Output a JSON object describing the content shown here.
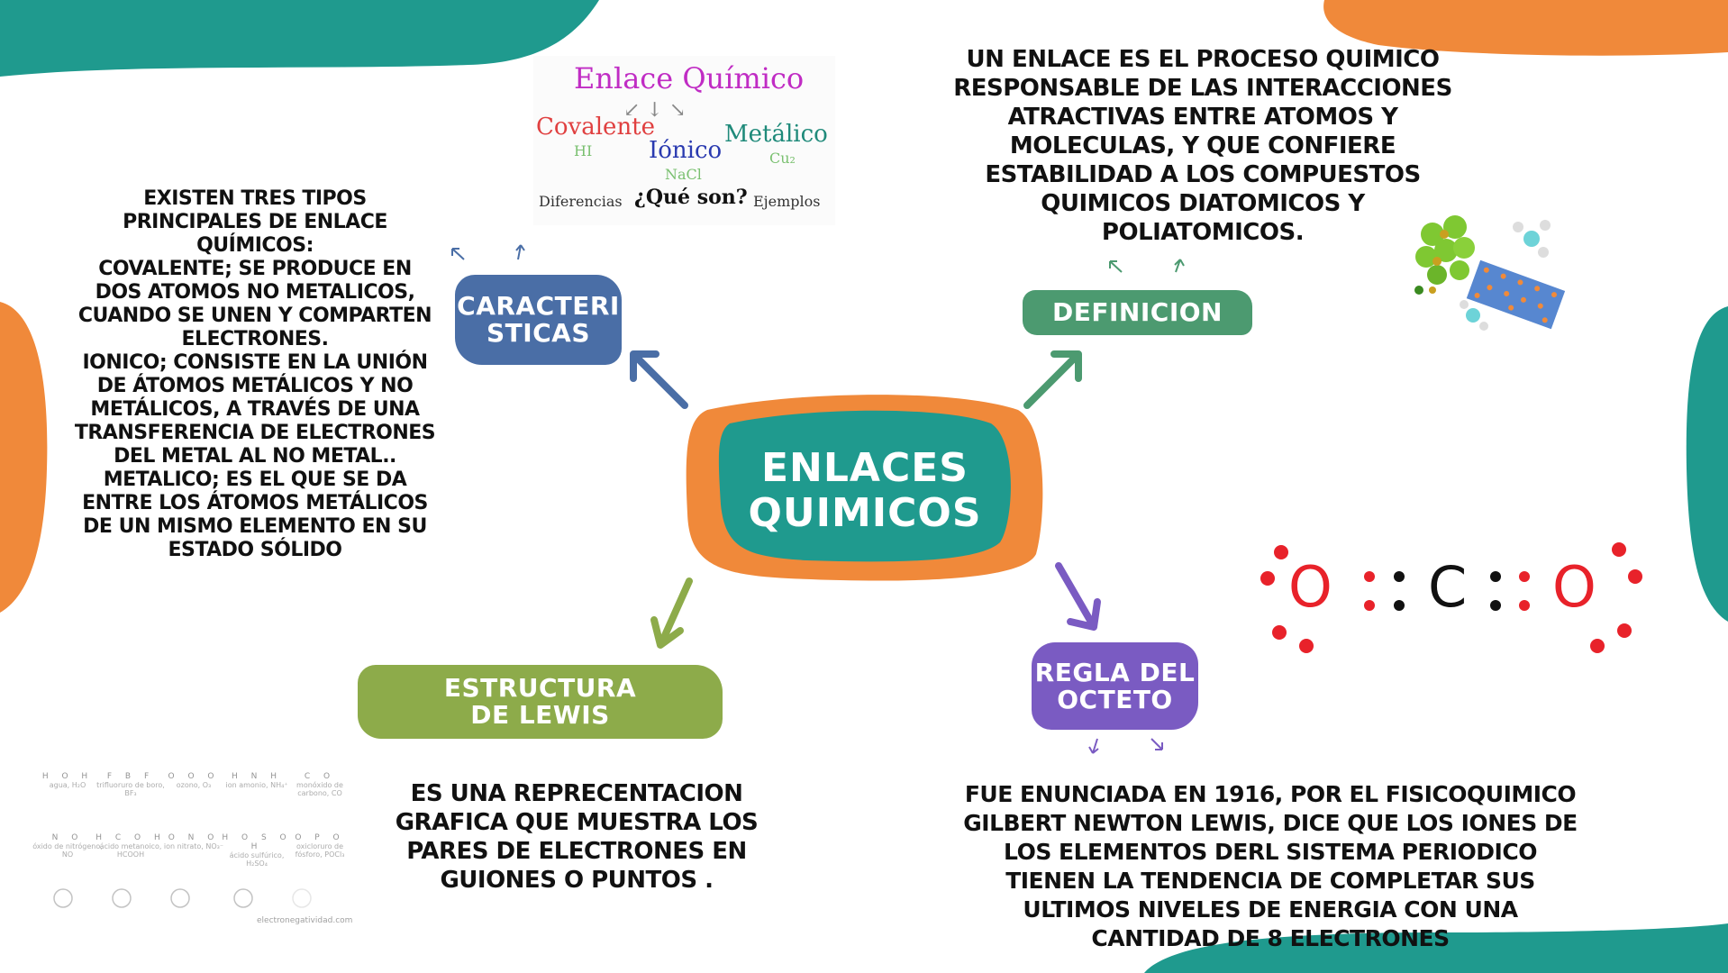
{
  "colors": {
    "teal": "#1f9a8e",
    "orange": "#f0893a",
    "blue": "#4a6ea6",
    "green": "#4c9a70",
    "olive": "#8dab4a",
    "purple": "#7a5bc2",
    "red": "#e8222a"
  },
  "center": {
    "lines": [
      "ENLACES",
      "QUIMICOS"
    ]
  },
  "nodes": {
    "caracteristicas": {
      "lines": [
        "CARACTERI",
        "STICAS"
      ]
    },
    "definicion": {
      "lines": [
        "DEFINICION"
      ]
    },
    "lewis": {
      "lines": [
        "ESTRUCTURA",
        "DE LEWIS"
      ]
    },
    "octeto": {
      "lines": [
        "REGLA DEL",
        "OCTETO"
      ]
    }
  },
  "texts": {
    "caracteristicas": [
      "EXISTEN TRES TIPOS",
      "PRINCIPALES DE ENLACE",
      "QUÍMICOS:",
      "COVALENTE;  SE PRODUCE EN",
      "DOS ATOMOS NO METALICOS,",
      "CUANDO SE UNEN Y COMPARTEN",
      "ELECTRONES.",
      "IONICO; CONSISTE EN LA UNIÓN",
      "DE ÁTOMOS METÁLICOS Y NO",
      "METÁLICOS, A TRAVÉS DE UNA",
      "TRANSFERENCIA DE ELECTRONES",
      "DEL METAL AL NO METAL..",
      "METALICO; ES EL QUE SE DA",
      "ENTRE LOS ÁTOMOS METÁLICOS",
      "DE UN MISMO ELEMENTO EN SU",
      "ESTADO SÓLIDO"
    ],
    "definicion": [
      "UN ENLACE ES  EL PROCESO QUIMICO",
      "RESPONSABLE DE LAS INTERACCIONES",
      "ATRACTIVAS ENTRE ATOMOS Y",
      "MOLECULAS, Y QUE CONFIERE",
      "ESTABILIDAD A LOS COMPUESTOS",
      "QUIMICOS DIATOMICOS Y",
      "POLIATOMICOS."
    ],
    "lewis": [
      "ES UNA REPRECENTACION",
      "GRAFICA QUE MUESTRA  LOS",
      "PARES DE ELECTRONES EN",
      "GUIONES  O PUNTOS ."
    ],
    "octeto": [
      "FUE ENUNCIADA EN 1916, POR EL FISICOQUIMICO",
      "GILBERT NEWTON LEWIS, DICE QUE LOS IONES DE",
      "LOS ELEMENTOS DERL SISTEMA PERIODICO",
      "TIENEN LA TENDENCIA DE COMPLETAR SUS",
      "ULTIMOS NIVELES DE ENERGIA CON  UNA",
      "CANTIDAD DE 8 ELECTRONES"
    ]
  },
  "enlace_image": {
    "title": "Enlace Químico",
    "covalente": "Covalente",
    "covalente_ex": "HI",
    "ionico": "Iónico",
    "ionico_ex": "NaCl",
    "metalico": "Metálico",
    "metalico_ex": "Cu₂",
    "diferencias": "Diferencias",
    "que_son": "¿Qué son?",
    "ejemplos": "Ejemplos"
  },
  "co2_lewis": {
    "left": "O",
    "center": "C",
    "right": "O"
  },
  "lewis_table": {
    "items": [
      {
        "formula": "H O H",
        "label": "agua, H₂O"
      },
      {
        "formula": "F B F",
        "label": "trifluoruro de boro, BF₃"
      },
      {
        "formula": "O O O",
        "label": "ozono, O₃"
      },
      {
        "formula": "H N H",
        "label": "ion amonio, NH₄⁺"
      },
      {
        "formula": "C O",
        "label": "monóxido de carbono, CO"
      },
      {
        "formula": "N O",
        "label": "óxido de nitrógeno, NO"
      },
      {
        "formula": "H C O H",
        "label": "ácido metanoico, HCOOH"
      },
      {
        "formula": "O N O",
        "label": "ion nitrato, NO₃⁻"
      },
      {
        "formula": "H O S O H",
        "label": "ácido sulfúrico, H₂SO₄"
      },
      {
        "formula": "O P O",
        "label": "oxicloruro de fósforo, POCl₃"
      }
    ],
    "source": "electronegatividad.com"
  }
}
